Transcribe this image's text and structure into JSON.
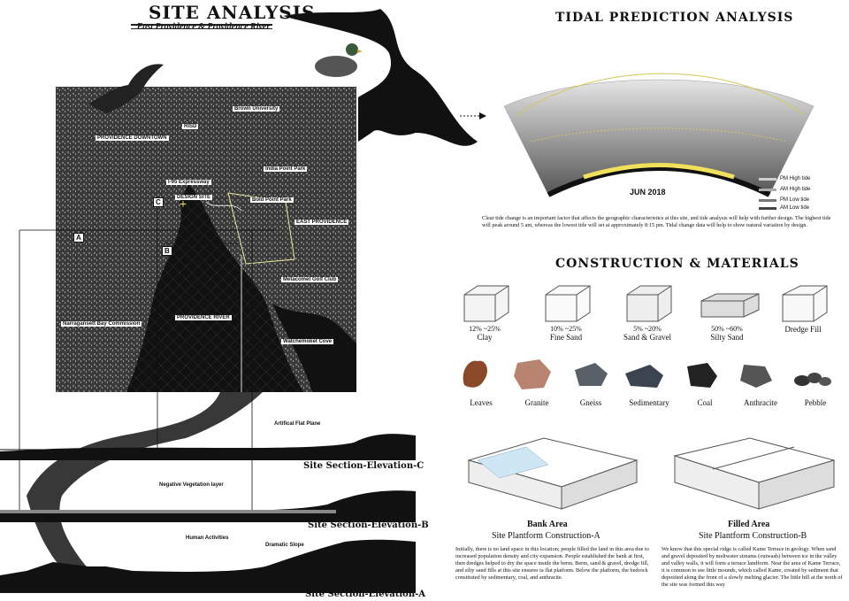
{
  "header": {
    "title": "SITE ANALYSIS",
    "subtitle": "East Providence & Providence River"
  },
  "map": {
    "labels": {
      "brown": "Brown University",
      "risd": "RISD",
      "downtown": "PROVIDENCE DOWNTOWN",
      "india_park": "India Point Park",
      "i95": "I-95 Expressway",
      "design_site": "DESIGN SITE",
      "bold_point": "Bold Point Park",
      "east_prov": "EAST PROVIDENCE",
      "metacomet": "Metacomet Golf Club",
      "river": "PROVIDENCE RIVER",
      "narragansett": "Narragansett Bay Commission",
      "watchemoket": "Watchemoket Cove"
    },
    "markers": {
      "a": "A",
      "b": "B",
      "c": "C"
    }
  },
  "sections": {
    "c": {
      "label": "Site Section-Elevation-C",
      "tag": "Artifical Flat Plane"
    },
    "b": {
      "label": "Site Section-Elevation-B",
      "tag": "Negative Vegetation layer"
    },
    "a": {
      "label": "Site Section-Elevation-A",
      "tag1": "Human Activities",
      "tag2": "Dramatic Slope"
    }
  },
  "tidal": {
    "title": "TIDAL PREDICTION ANALYSIS",
    "month": "JUN 2018",
    "legend": [
      "PM High tide",
      "AM High tide",
      "PM Low tide",
      "AM Low tide"
    ],
    "legend_colors": [
      "#cfcfcf",
      "#aaaaaa",
      "#777777",
      "#444444"
    ],
    "description": "Clear tide change is an important factor that affects the geographic characteristics at this site, and tide analysis will help with further design. The highest tide will peak around 5 am, whereas the lowest tide will set at approximately 8:15 pm. Tidal change data will help to show natural variation by design."
  },
  "materials": {
    "title": "CONSTRUCTION & MATERIALS",
    "soils": [
      {
        "pct": "12% ~25%",
        "name": "Clay"
      },
      {
        "pct": "10% ~25%",
        "name": "Fine Sand"
      },
      {
        "pct": "5% ~20%",
        "name": "Sand & Gravel"
      },
      {
        "pct": "50% ~60%",
        "name": "Silty Sand"
      },
      {
        "pct": "",
        "name": "Dredge Fill"
      }
    ],
    "rocks": [
      "Leaves",
      "Granite",
      "Gneiss",
      "Sedimentary",
      "Coal",
      "Anthracite",
      "Pebble"
    ],
    "rock_colors": [
      "#8a4a2a",
      "#b88470",
      "#5a6068",
      "#3c4450",
      "#222222",
      "#555555",
      "#333333"
    ]
  },
  "platforms": {
    "a": {
      "title": "Bank Area",
      "subtitle": "Site Plantform Construction-A",
      "text": "Initially, there is no land space in this location; people filled the land in this area due to increased population density and city expansion. People established the bank at first, then dredges helped to dry the space inside the berm. Berm, sand & gravel, dredge fill, and silty sand fills at this site ensures ta flat platform. Below the platform, the bedrock constituted by sedimentary, coal, and anthracite."
    },
    "b": {
      "title": "Filled Area",
      "subtitle": "Site Plantform Construction-B",
      "text": "We know that this special ridge is called Kame Terrace in geology. When sand and gravel deposited by meltwater streams (outwash) between ice in the valley and valley walls, it will form a terrace landform. Near the area of Kame Terrace, it is common to see little mounds, which called Kame, created by sediment that deposited along the front of a slowly melting glacier. The little hill at the north of the site was formed this way"
    }
  }
}
